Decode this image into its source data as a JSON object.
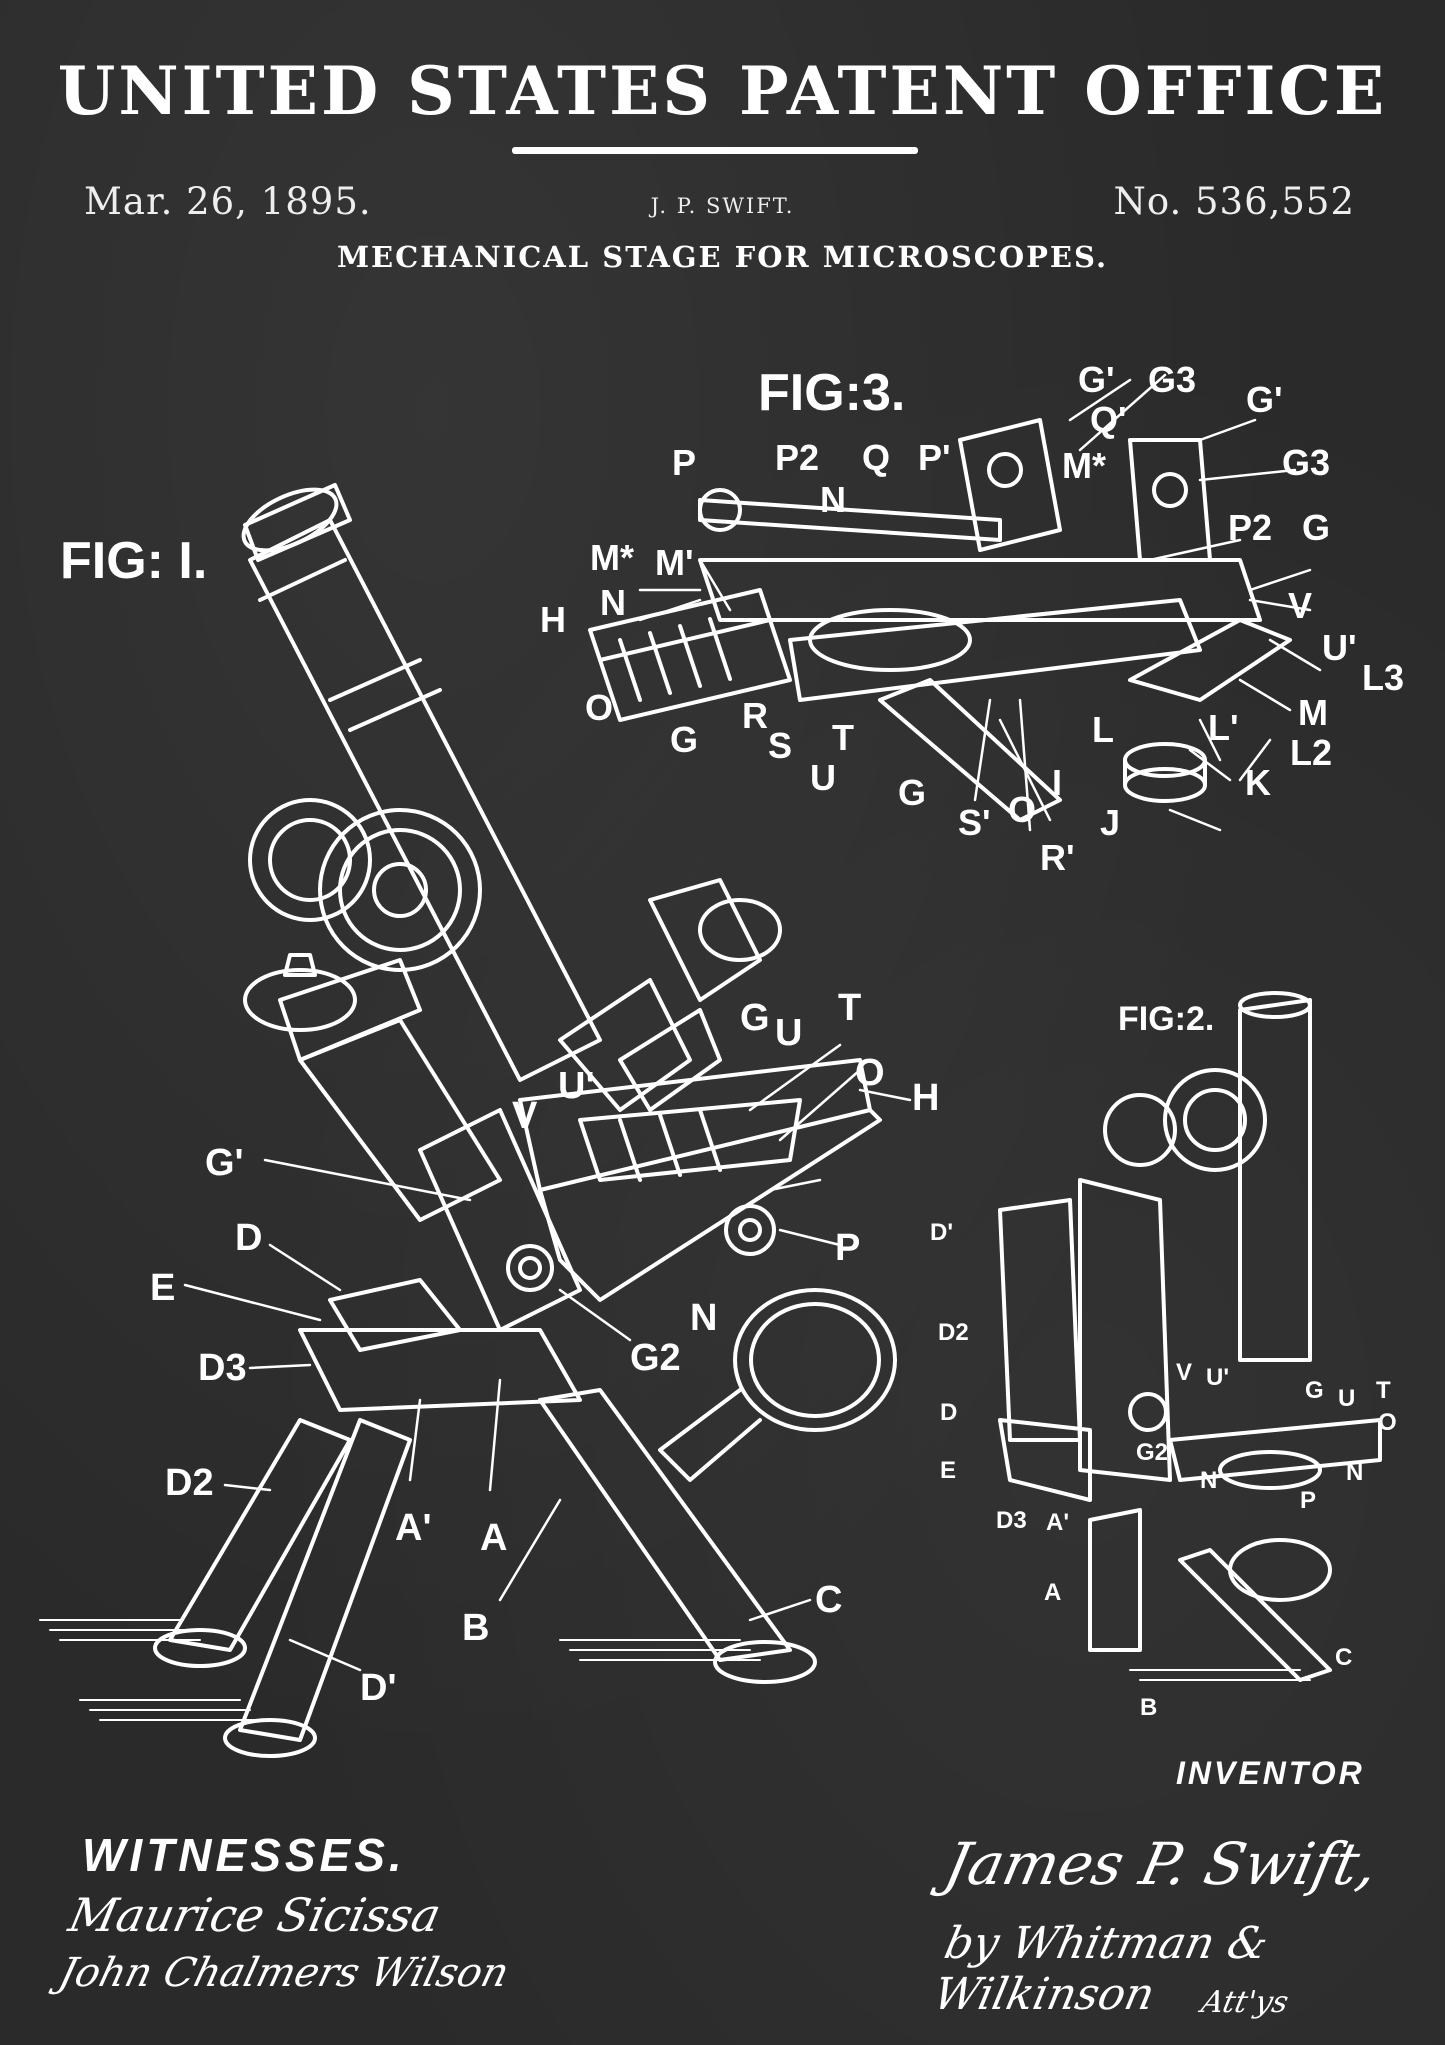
{
  "header": {
    "title": "UNITED STATES PATENT OFFICE",
    "date": "Mar. 26, 1895.",
    "inventor_short": "J. P. SWIFT.",
    "patent_number": "No. 536,552",
    "subtitle": "MECHANICAL STAGE FOR MICROSCOPES."
  },
  "figures": {
    "fig1": "FIG: I.",
    "fig2": "FIG:2.",
    "fig3": "FIG:3."
  },
  "fig1_labels": [
    "G'",
    "D",
    "E",
    "D3",
    "D2",
    "A'",
    "A",
    "B",
    "D'",
    "C",
    "G2",
    "N",
    "P",
    "H",
    "O",
    "T",
    "G",
    "U",
    "U'",
    "V"
  ],
  "fig2_labels": [
    "D'",
    "D2",
    "D",
    "E",
    "D3",
    "A'",
    "A",
    "B",
    "C",
    "G2",
    "V",
    "U'",
    "G",
    "U",
    "T",
    "O",
    "N",
    "N",
    "P"
  ],
  "fig3_labels": [
    "G'",
    "G3",
    "G'",
    "G3",
    "Q'",
    "M*",
    "P",
    "P2",
    "Q",
    "P'",
    "N",
    "M*",
    "M'",
    "N",
    "H",
    "O",
    "G",
    "R",
    "S",
    "T",
    "U",
    "G",
    "S'",
    "O",
    "I",
    "R'",
    "P2",
    "G",
    "V",
    "U'",
    "L3",
    "M",
    "L2",
    "L'",
    "L",
    "K",
    "J"
  ],
  "footer": {
    "witnesses_heading": "WITNESSES.",
    "witness_1": "Maurice Sicissa",
    "witness_2": "John Chalmers Wilson",
    "inventor_heading": "INVENTOR",
    "inventor_signature": "James P. Swift,",
    "attorneys": "by Whitman & Wilkinson",
    "attorneys_suffix": "Att'ys"
  }
}
